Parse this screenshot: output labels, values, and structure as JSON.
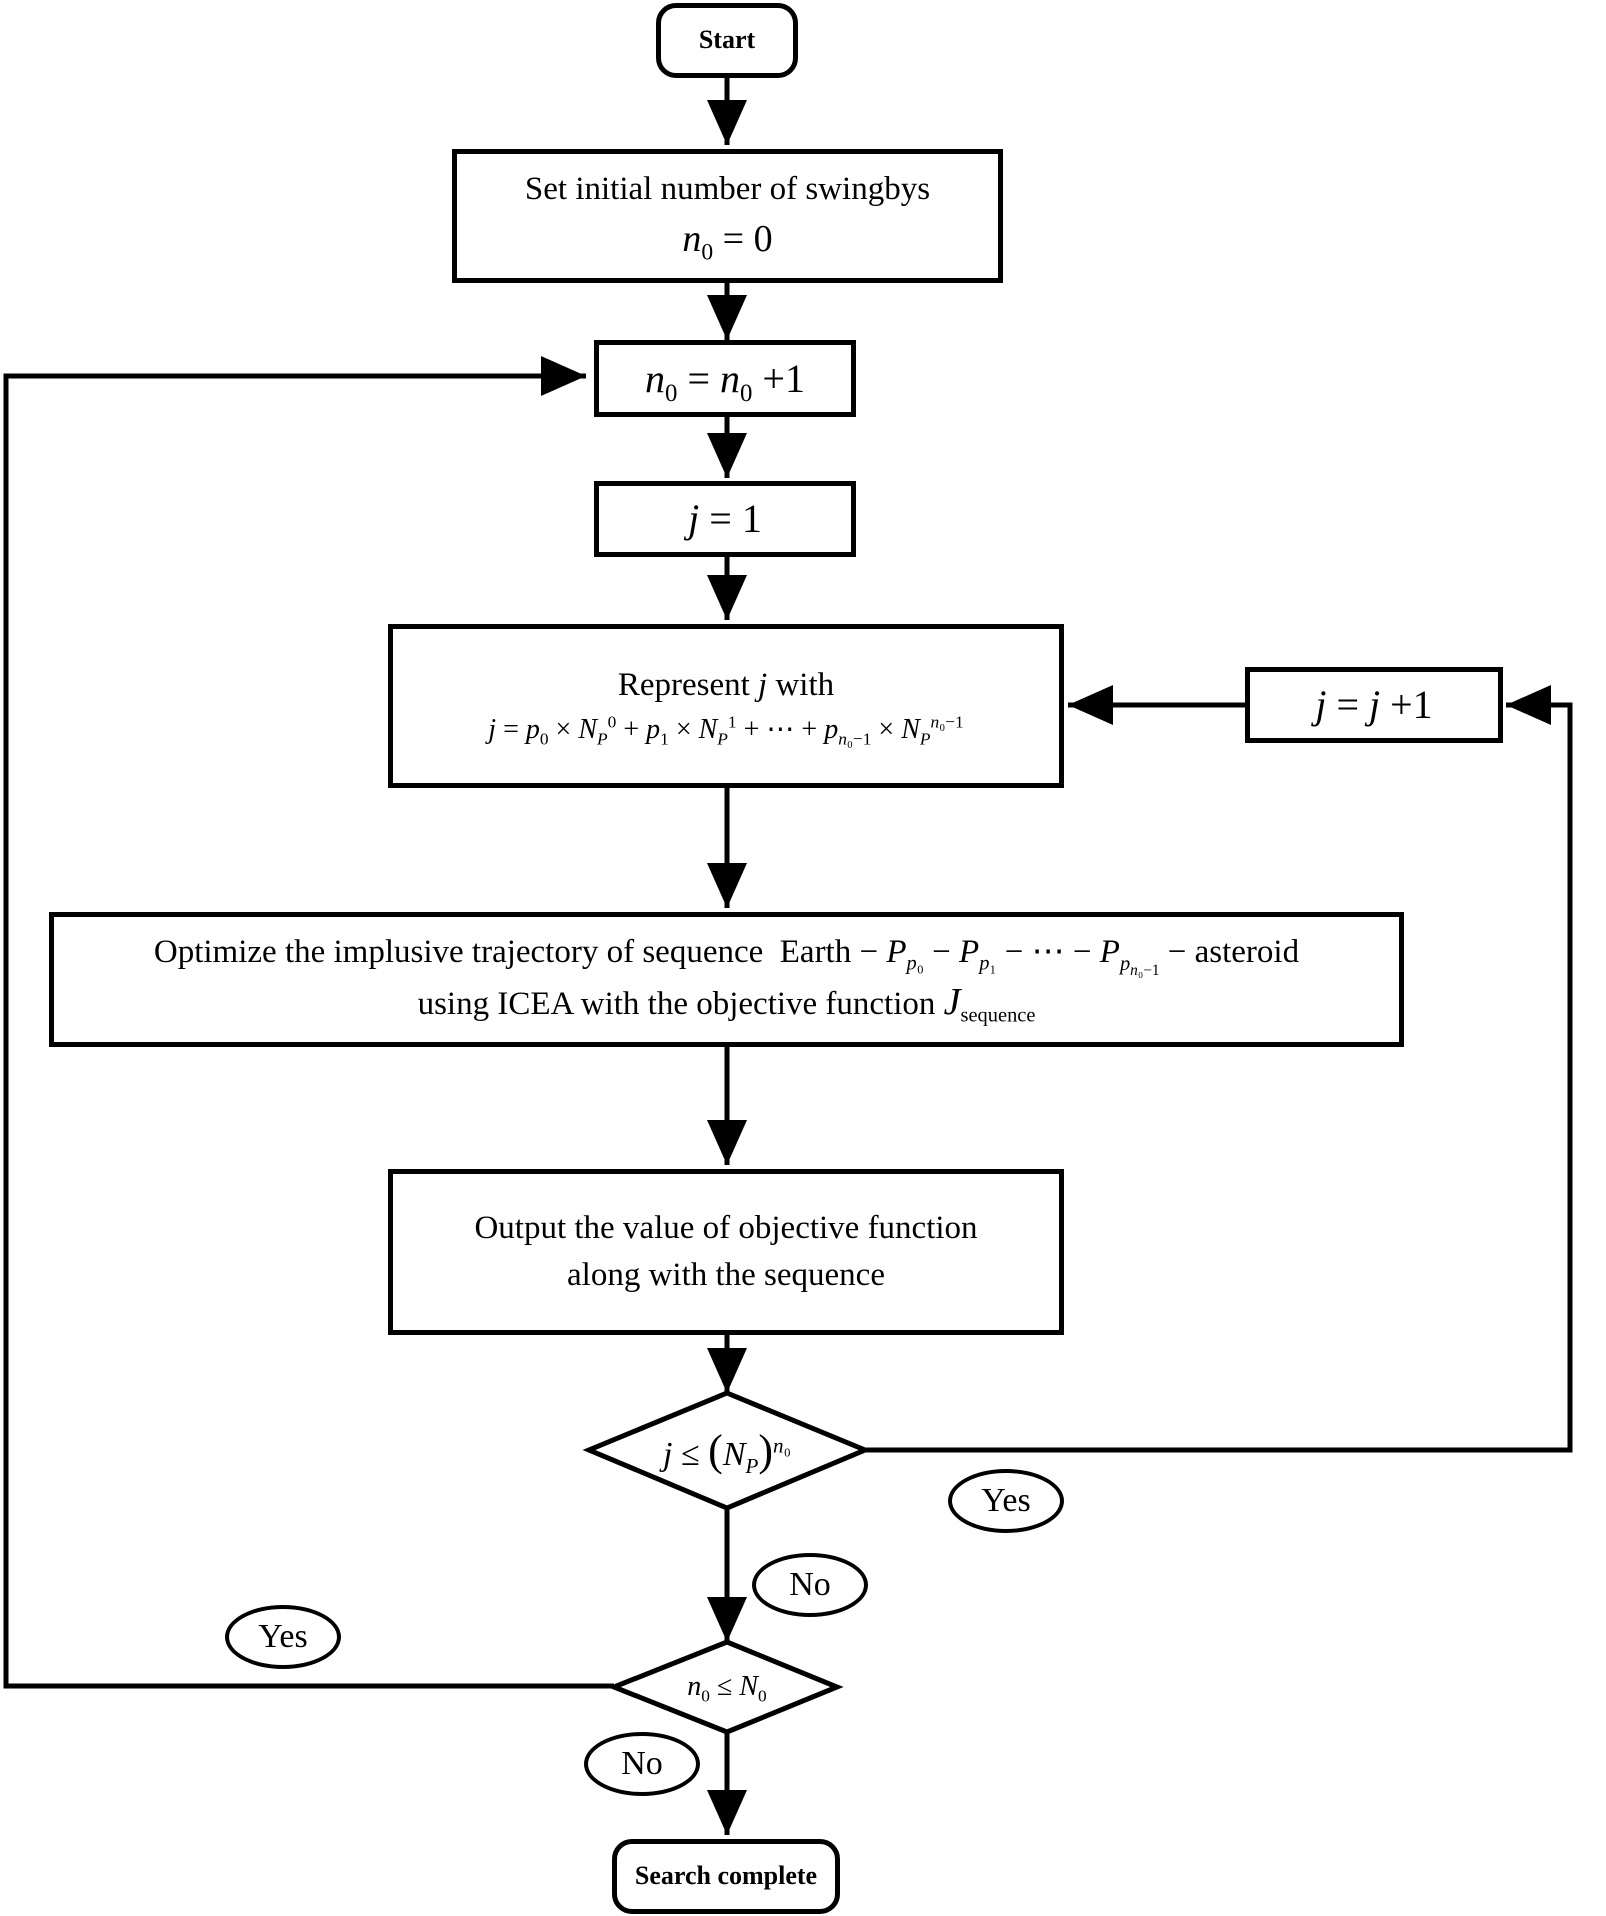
{
  "nodes": {
    "start": "Start",
    "set_initial": "Set initial number of swingbys",
    "represent_j": "Represent",
    "represent_j_with": "with",
    "optimize_line1": "Optimize the implusive trajectory of sequence",
    "optimize_earth": "Earth",
    "optimize_asteroid": "asteroid",
    "optimize_line2": "using ICEA with the objective function",
    "optimize_sub": "sequence",
    "output_line1": "Output the value of objective function",
    "output_line2": "along with the sequence",
    "end": "Search complete"
  },
  "labels": {
    "yes_inner": "Yes",
    "no_inner": "No",
    "yes_outer": "Yes",
    "no_outer": "No"
  }
}
